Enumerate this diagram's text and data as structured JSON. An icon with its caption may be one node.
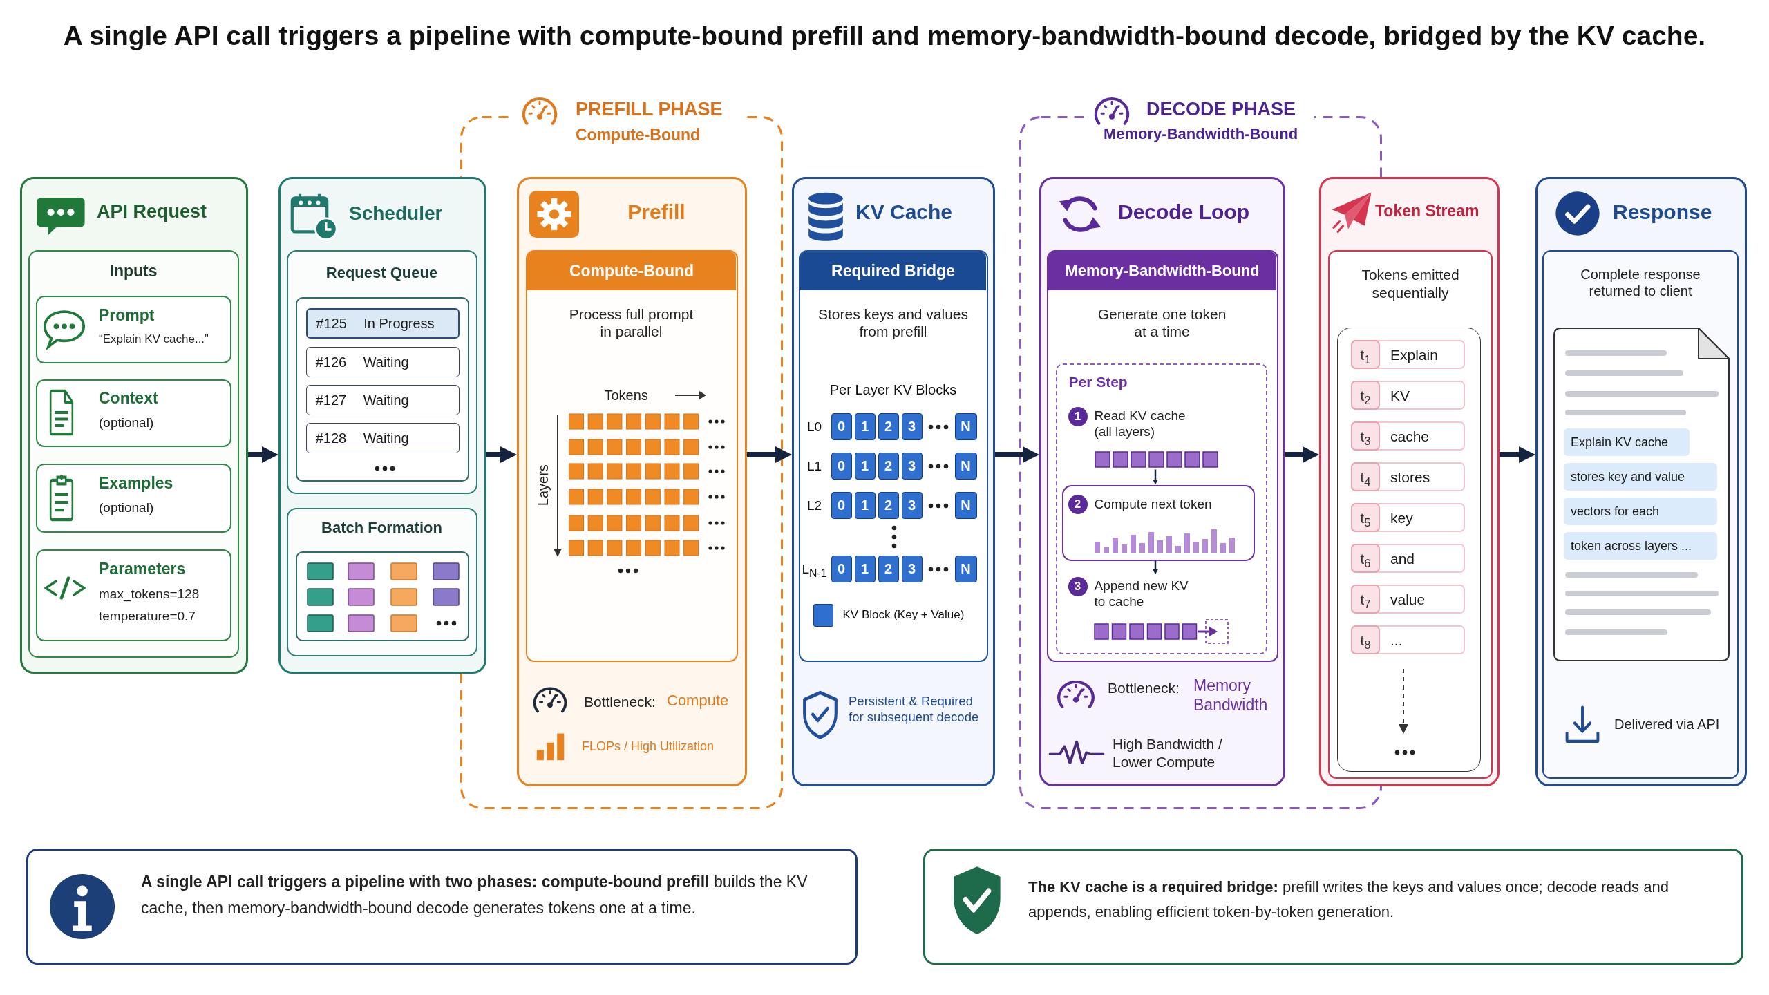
{
  "diagram": {
    "title": "A single API call triggers a pipeline with compute-bound prefill and memory-bandwidth-bound decode, bridged by the KV cache.",
    "nodes": [
      {
        "text": [
          "PREFILL PHASE",
          "Compute-Bound"
        ]
      },
      {
        "text": [
          "DECODE PHASE",
          "Memory-Bandwidth-Bound"
        ]
      },
      {
        "text": [
          "API Request"
        ]
      },
      {
        "text": [
          "Inputs"
        ],
        "in": 2
      },
      {
        "text": [
          "Prompt",
          "“Explain KV cache...”"
        ],
        "in": 3
      },
      {
        "text": [
          "Context",
          "(optional)"
        ],
        "in": 3
      },
      {
        "text": [
          "Examples",
          "(optional)"
        ],
        "in": 3
      },
      {
        "text": [
          "Parameters",
          "max_tokens=128",
          "temperature=0.7"
        ],
        "in": 3
      },
      {
        "text": [
          "Scheduler"
        ]
      },
      {
        "text": [
          "Request Queue"
        ],
        "in": 8
      },
      {
        "text": [
          "#125",
          "In Progress"
        ],
        "in": 9
      },
      {
        "text": [
          "#126",
          "Waiting"
        ],
        "in": 9
      },
      {
        "text": [
          "#127",
          "Waiting"
        ],
        "in": 9
      },
      {
        "text": [
          "#128",
          "Waiting"
        ],
        "in": 9
      },
      {
        "text": [
          "Batch Formation"
        ],
        "in": 8
      },
      {
        "text": [
          "Prefill",
          "Bottleneck:",
          "Compute",
          "FLOPs / High Utilization"
        ],
        "in": 0
      },
      {
        "text": [
          "Compute-Bound",
          "Process full prompt in parallel",
          "Tokens",
          "Layers"
        ],
        "in": 15
      },
      {
        "text": [
          "KV Cache",
          "Persistent & Required for subsequent decode"
        ]
      },
      {
        "text": [
          "Required Bridge",
          "Stores keys and values from prefill",
          "Per Layer KV Blocks"
        ],
        "in": 17
      },
      {
        "text": [
          "Decode Loop",
          "Bottleneck:",
          "Memory Bandwidth",
          "High Bandwidth / Lower Compute"
        ],
        "in": 1
      },
      {
        "text": [
          "Memory-Bandwidth-Bound",
          "Generate one token at a time"
        ],
        "in": 19
      },
      {
        "text": [
          "Per Step"
        ],
        "in": 20
      },
      {
        "text": [
          "1",
          "Read KV cache (all layers)"
        ],
        "in": 21
      },
      {
        "text": [
          "2",
          "Compute next token"
        ],
        "in": 21
      },
      {
        "text": [
          "3",
          "Append new KV to cache"
        ],
        "in": 21
      },
      {
        "text": [
          "Token Stream"
        ]
      },
      {
        "text": [
          "Tokens emitted sequentially"
        ],
        "in": 25
      },
      {
        "text": [
          "t$_{1}$",
          "Explain"
        ],
        "in": 26
      },
      {
        "text": [
          "t$_{2}$",
          "KV"
        ],
        "in": 26
      },
      {
        "text": [
          "t$_{3}$",
          "cache"
        ],
        "in": 26
      },
      {
        "text": [
          "t$_{4}$",
          "stores"
        ],
        "in": 26
      },
      {
        "text": [
          "t$_{5}$",
          "key"
        ],
        "in": 26
      },
      {
        "text": [
          "t$_{6}$",
          "and"
        ],
        "in": 26
      },
      {
        "text": [
          "t$_{7}$",
          "value"
        ],
        "in": 26
      },
      {
        "text": [
          "t$_{8}$",
          "..."
        ],
        "in": 26
      },
      {
        "text": [
          "Response"
        ]
      },
      {
        "text": [
          "Complete response returned to client",
          "Delivered via API"
        ],
        "in": 35
      },
      {
        "text": [
          "Explain KV cache",
          "stores key and value",
          "vectors for each",
          "token across layers ..."
        ],
        "in": 36
      },
      {
        "text": [
          "**A single API call triggers a pipeline with two phases: compute-bound prefill** builds the KV cache, then memory-bandwidth-bound decode generates tokens one at a time."
        ]
      },
      {
        "text": [
          "**The KV cache is a required bridge:** prefill writes the keys and values once; decode reads and appends, enabling efficient token-by-token generation."
        ]
      }
    ],
    "edges": [
      {
        "from": 2,
        "to": 8,
        "arrow": "to"
      },
      {
        "from": 8,
        "to": 15,
        "arrow": "to"
      },
      {
        "from": 15,
        "to": 17,
        "arrow": "to"
      },
      {
        "from": 17,
        "to": 19,
        "arrow": "to"
      },
      {
        "from": 19,
        "to": 25,
        "arrow": "to"
      },
      {
        "from": 25,
        "to": 35,
        "arrow": "to"
      },
      {
        "from": 22,
        "to": 23,
        "arrow": "to"
      },
      {
        "from": 23,
        "to": 24,
        "arrow": "to"
      }
    ],
    "labels": [
      "L0",
      "0",
      "1",
      "2",
      "3",
      "N",
      "L1",
      "0",
      "1",
      "2",
      "3",
      "N",
      "L2",
      "0",
      "1",
      "2",
      "3",
      "N",
      "L$_{N-1}$",
      "0",
      "1",
      "2",
      "3",
      "N"
    ],
    "legend": [
      {
        "text": "KV Block (Key + Value)",
        "color": "#2f6fd0"
      }
    ]
  }
}
